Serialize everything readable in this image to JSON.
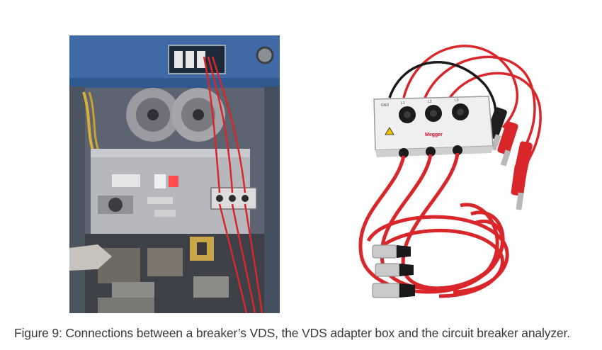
{
  "figure": {
    "caption": "Figure 9: Connections between a breaker’s VDS, the VDS adapter box and the circuit breaker analyzer."
  },
  "adapter_box": {
    "brand": "Megger",
    "label_gnd": "GND",
    "label_l1": "L1",
    "label_l2": "L2",
    "label_l3": "L3"
  },
  "colors": {
    "breaker_blue": "#3f6aa6",
    "cable_red": "#d8262b",
    "connector_silver": "#c9c9c9",
    "box_white": "#efefef"
  }
}
